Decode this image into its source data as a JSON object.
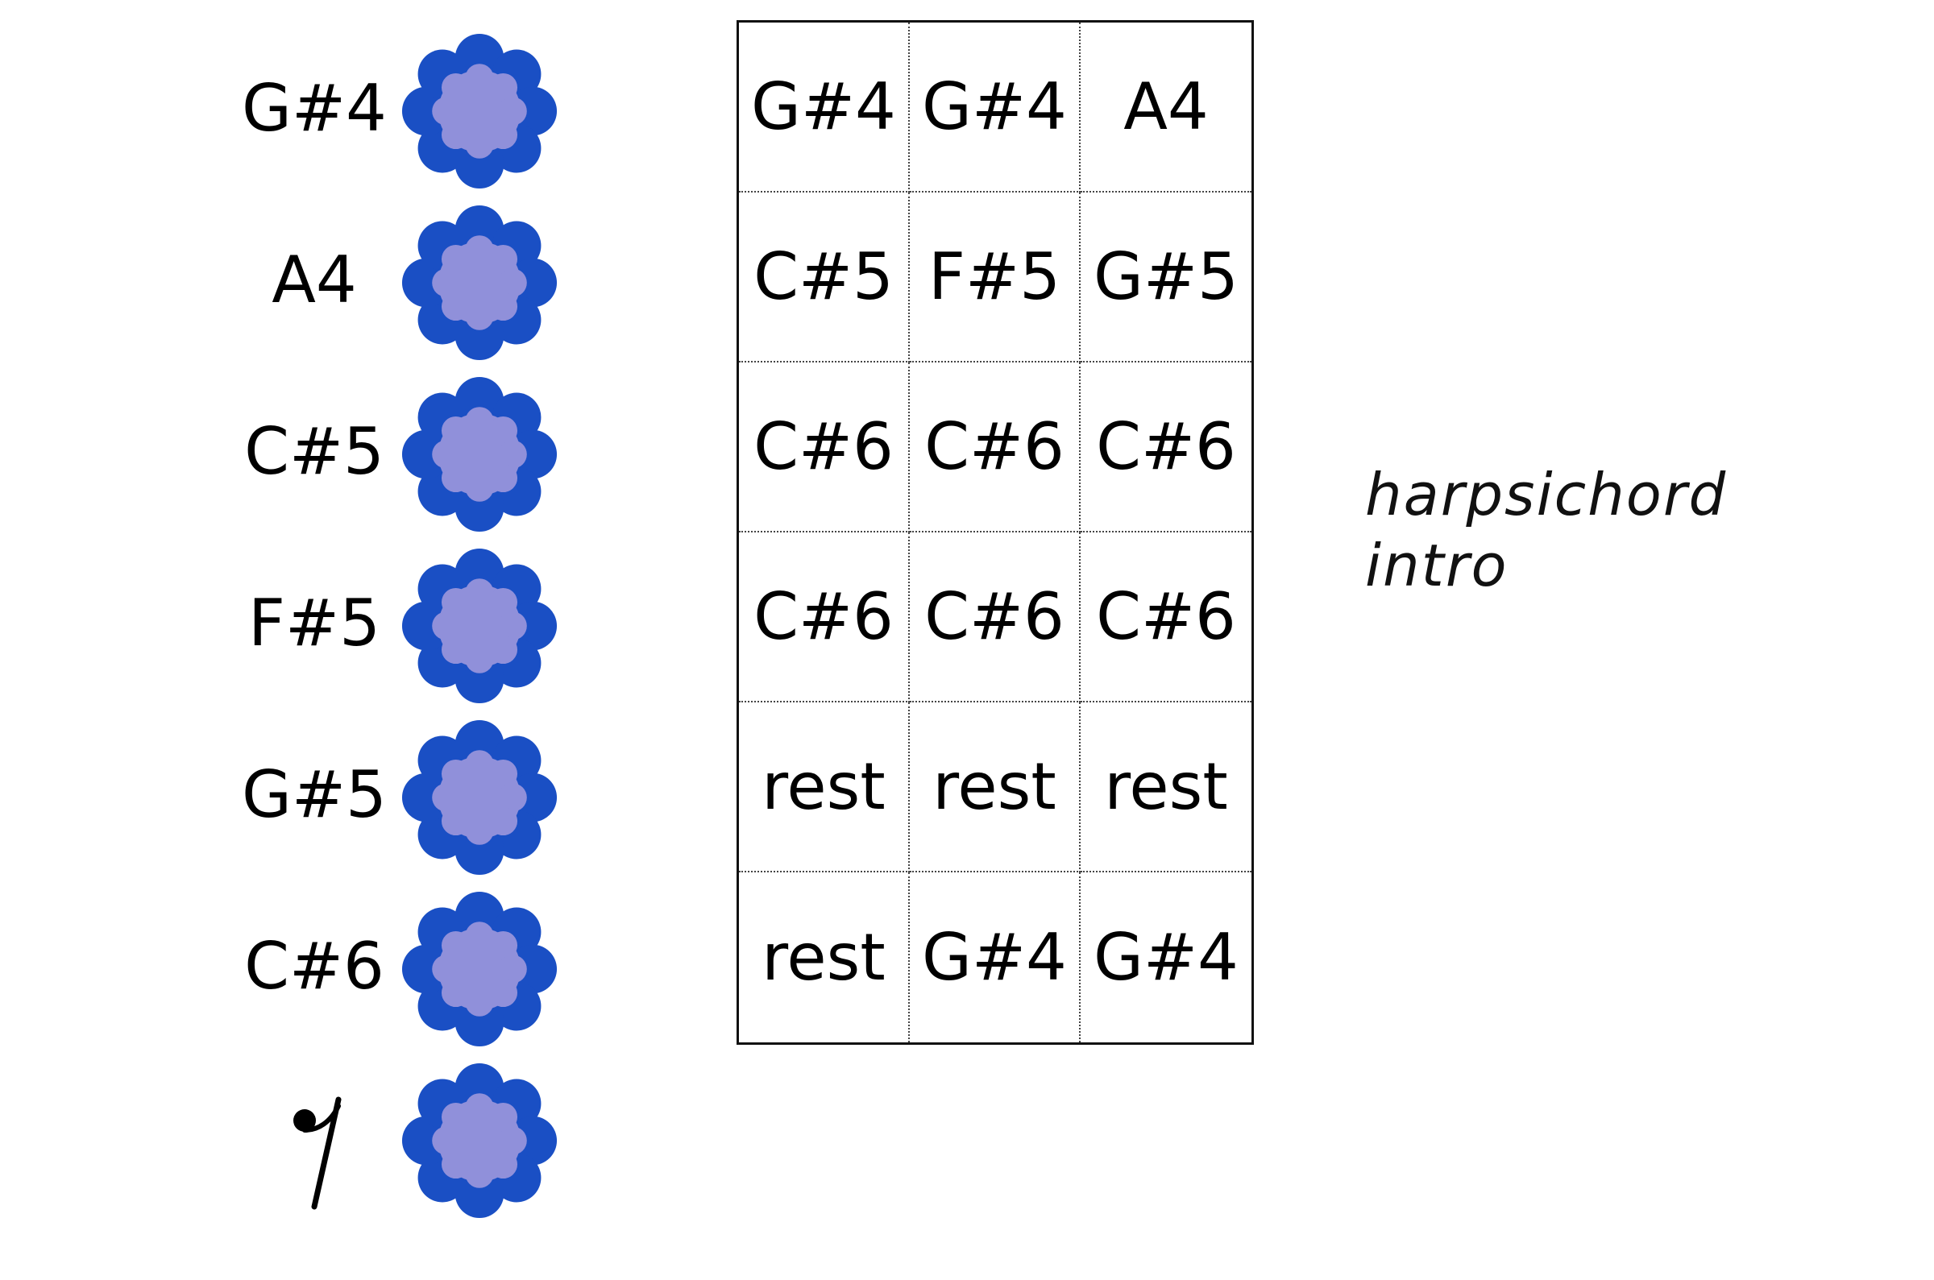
{
  "key": {
    "rows": [
      {
        "label": "G#4",
        "icon": "flower-icon"
      },
      {
        "label": "A4",
        "icon": "flower-icon"
      },
      {
        "label": "C#5",
        "icon": "flower-icon"
      },
      {
        "label": "F#5",
        "icon": "flower-icon"
      },
      {
        "label": "G#5",
        "icon": "flower-icon"
      },
      {
        "label": "C#6",
        "icon": "flower-icon"
      },
      {
        "label": "",
        "symbol": "eighth-rest-icon",
        "icon": "flower-icon"
      }
    ]
  },
  "grid": {
    "rows": [
      [
        "G#4",
        "G#4",
        "A4"
      ],
      [
        "C#5",
        "F#5",
        "G#5"
      ],
      [
        "C#6",
        "C#6",
        "C#6"
      ],
      [
        "C#6",
        "C#6",
        "C#6"
      ],
      [
        "rest",
        "rest",
        "rest"
      ],
      [
        "rest",
        "G#4",
        "G#4"
      ]
    ]
  },
  "annotation": {
    "line1": "harpsichord",
    "line2": "intro"
  },
  "colors": {
    "flower_outer": "#1a4fc4",
    "flower_inner": "#9090da",
    "grid_border": "#111111",
    "text": "#000000"
  }
}
